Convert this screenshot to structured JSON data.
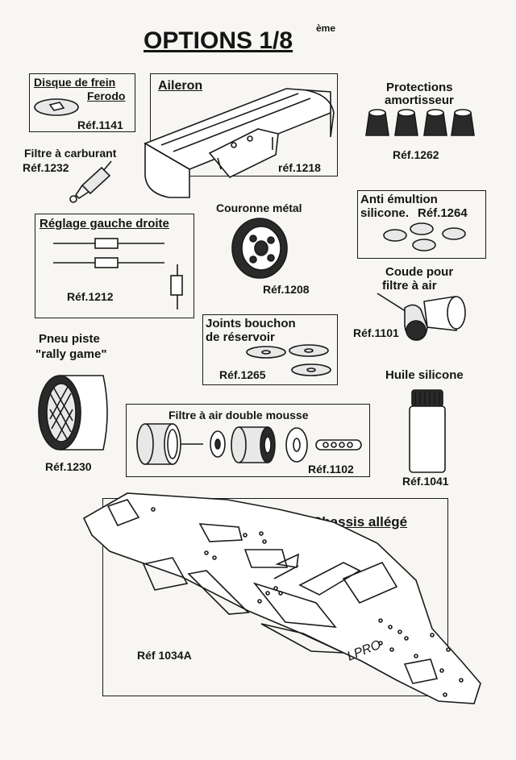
{
  "page": {
    "title": "OPTIONS 1/8",
    "title_sup": "ème"
  },
  "parts": {
    "disque": {
      "name_line1": "Disque de frein",
      "name_line2": "Ferodo",
      "ref": "Réf.1141"
    },
    "aileron": {
      "name": "Aileron",
      "ref": "réf.1218"
    },
    "protections": {
      "name_line1": "Protections",
      "name_line2": "amortisseur",
      "ref": "Réf.1262"
    },
    "filtre_carburant": {
      "name": "Filtre à carburant",
      "ref": "Réf.1232"
    },
    "couronne": {
      "name": "Couronne métal",
      "ref": "Réf.1208"
    },
    "anti_emultion": {
      "name_line1": "Anti émultion",
      "name_line2": "silicone.",
      "ref": "Réf.1264"
    },
    "reglage": {
      "name": "Réglage gauche droite",
      "ref": "Réf.1212"
    },
    "coude": {
      "name_line1": "Coude pour",
      "name_line2": "filtre à air",
      "ref": "Réf.1101"
    },
    "joints": {
      "name_line1": "Joints bouchon",
      "name_line2": "de réservoir",
      "ref": "Réf.1265"
    },
    "pneu": {
      "name_line1": "Pneu piste",
      "name_line2": "\"rally game\"",
      "ref": "Réf.1230"
    },
    "huile": {
      "name": "Huile silicone",
      "ref": "Réf.1041"
    },
    "filtre_air": {
      "name": "Filtre à air double mousse",
      "ref": "Réf.1102"
    },
    "chassis": {
      "name": "Chassis allégé",
      "ref": "Réf 1034A",
      "engraving": "LPRO"
    }
  }
}
